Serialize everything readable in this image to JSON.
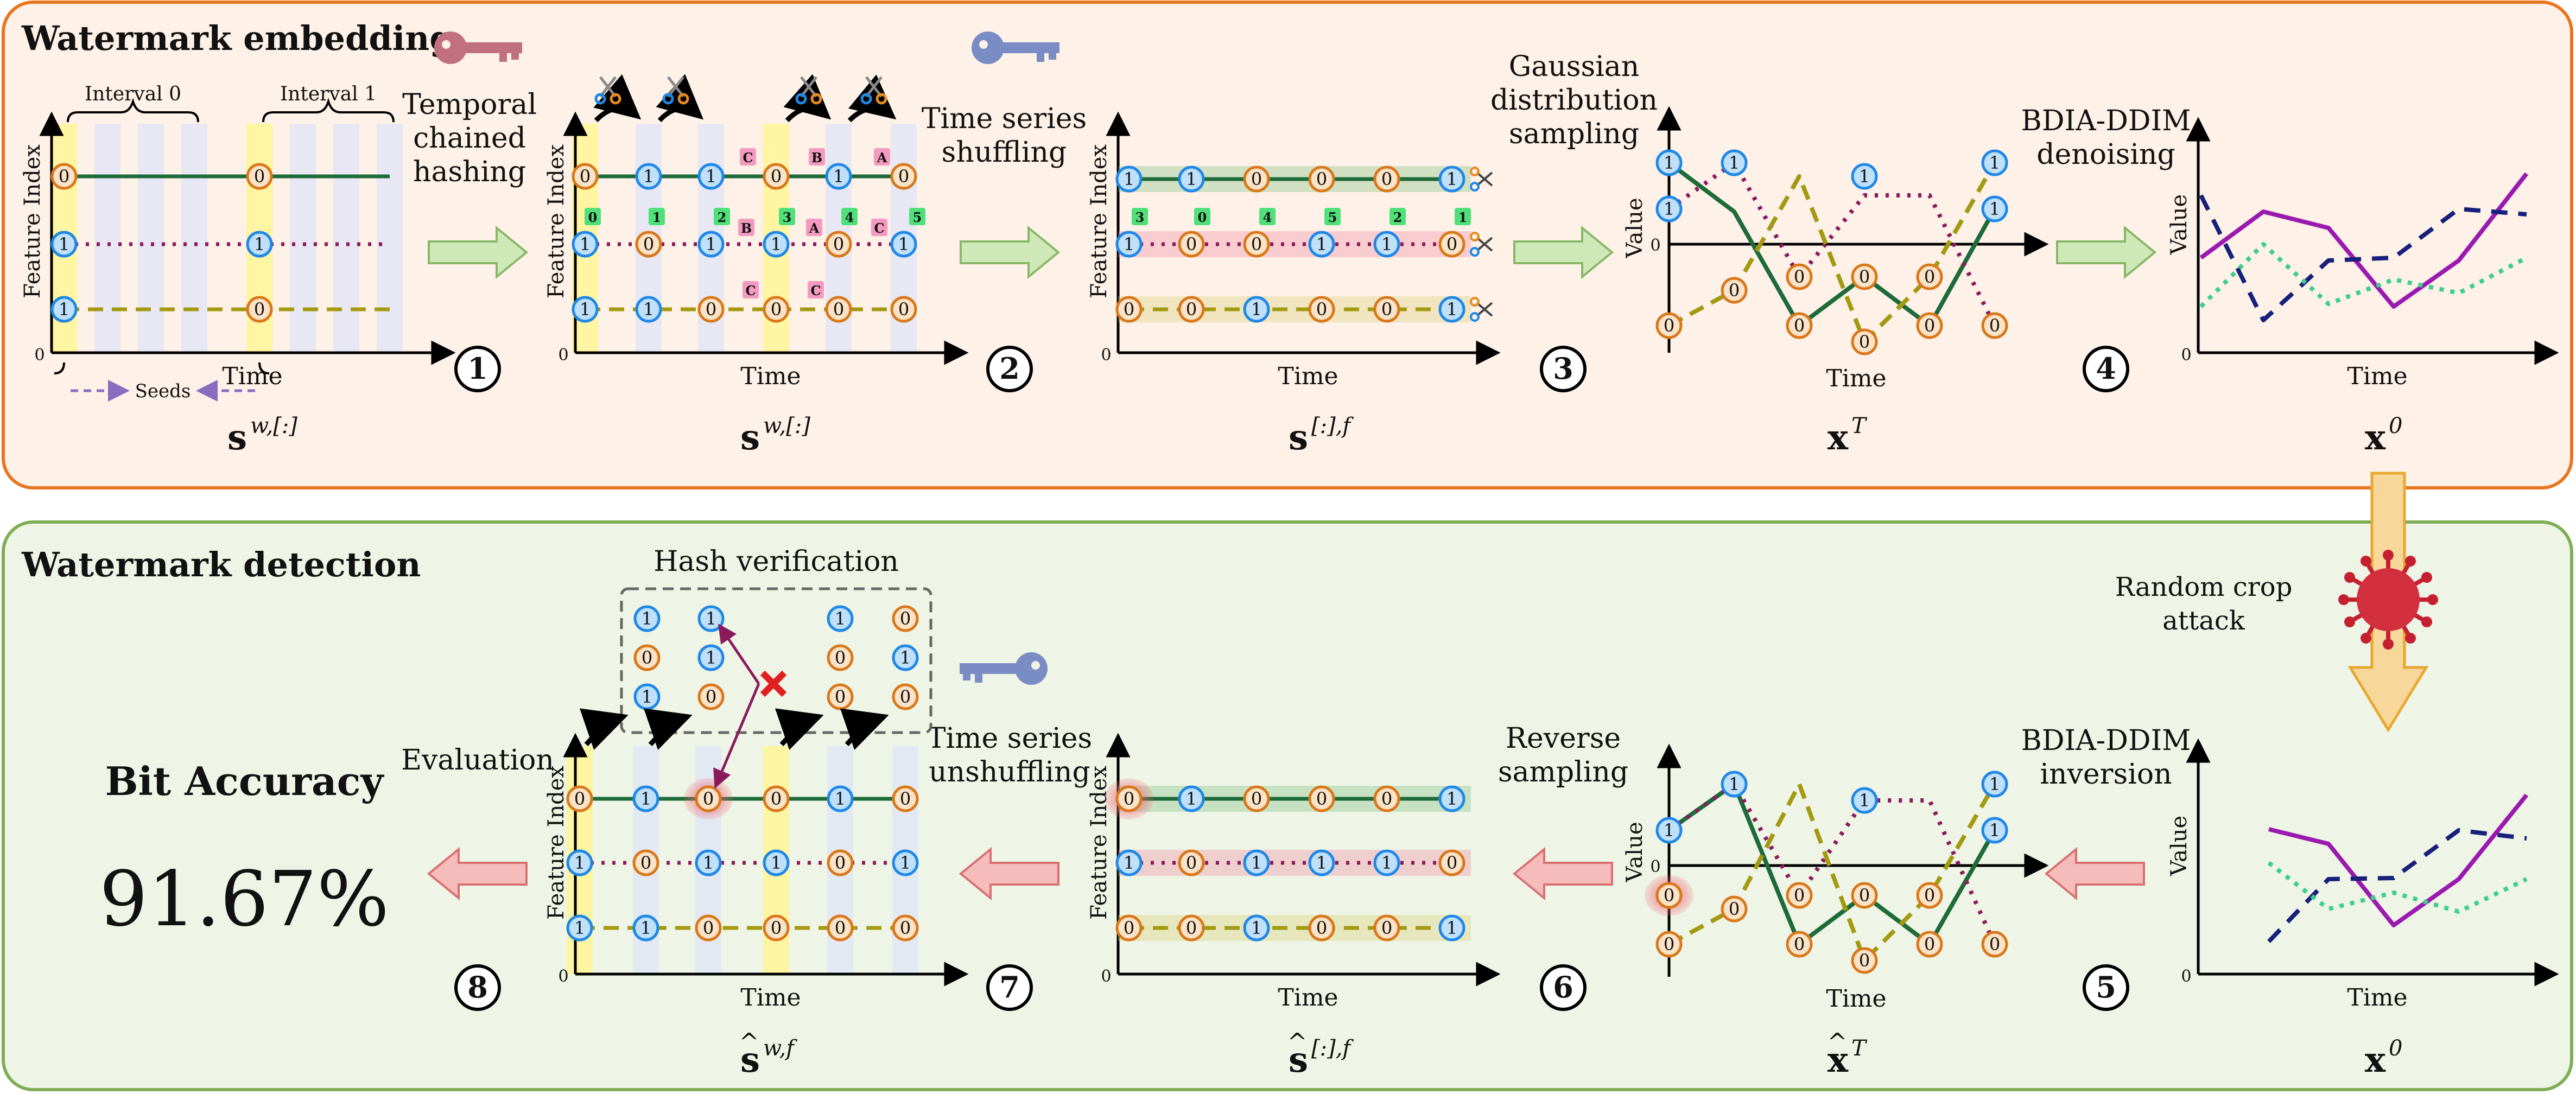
{
  "embed": {
    "title": "Watermark embedding",
    "ops": {
      "hashing": [
        "Temporal",
        "chained",
        "hashing"
      ],
      "shuffling": [
        "Time series",
        "shuffling"
      ],
      "sampling": [
        "Gaussian",
        "distribution",
        "sampling"
      ],
      "denoising": [
        "BDIA-DDIM",
        "denoising"
      ]
    },
    "steps": [
      "1",
      "2",
      "3",
      "4"
    ],
    "interval0": "Interval 0",
    "interval1": "Interval 1",
    "seeds": "Seeds",
    "captions": [
      "s",
      "s",
      "s",
      "x",
      "x"
    ],
    "superscripts": [
      "w,[:]",
      "w,[:]",
      "[:],f",
      "T",
      "0"
    ]
  },
  "detect": {
    "title": "Watermark detection",
    "attack": [
      "Random crop",
      "attack"
    ],
    "ops": {
      "inversion": [
        "BDIA-DDIM",
        "inversion"
      ],
      "reverse": [
        "Reverse",
        "sampling"
      ],
      "unshuffling": [
        "Time series",
        "unshuffling"
      ],
      "hash_verification": "Hash verification",
      "evaluation": "Evaluation"
    },
    "steps": [
      "5",
      "6",
      "7",
      "8"
    ],
    "bit_accuracy_label": "Bit Accuracy",
    "bit_accuracy_value": "91.67%",
    "captions": [
      "x",
      "x",
      "s",
      "s"
    ],
    "superscripts": [
      "0",
      "T",
      "[:],f",
      "w,f"
    ]
  },
  "axes": {
    "time": "Time",
    "feature_index": "Feature Index",
    "value": "Value",
    "zero": "0"
  },
  "bits": {
    "row_top": [
      "0",
      "1",
      "1",
      "0",
      "1",
      "0"
    ],
    "row_mid": [
      "1",
      "0",
      "1",
      "1",
      "0",
      "1"
    ],
    "row_bot": [
      "1",
      "1",
      "0",
      "0",
      "0",
      "0"
    ],
    "shuffled_top": [
      "1",
      "1",
      "0",
      "0",
      "0",
      "1"
    ],
    "shuffled_mid": [
      "1",
      "0",
      "0",
      "1",
      "1",
      "0"
    ],
    "shuffled_bot": [
      "0",
      "0",
      "1",
      "0",
      "0",
      "1"
    ],
    "perm_indices": [
      "3",
      "0",
      "4",
      "5",
      "2",
      "1"
    ],
    "hash_indices": [
      "0",
      "1",
      "2",
      "3",
      "4",
      "5"
    ],
    "hash_letters": [
      "C",
      "B",
      "A",
      "B",
      "A",
      "C",
      "C",
      "C"
    ],
    "hv_col1": [
      "1",
      "0",
      "1"
    ],
    "hv_col2": [
      "1",
      "1",
      "0"
    ],
    "hv_col3": [
      "1",
      "0",
      "0"
    ],
    "hv_col4": [
      "0",
      "1",
      "0"
    ],
    "xt_top": [
      "1",
      "1",
      "1",
      "1"
    ],
    "xt_zero": [
      "0",
      "0",
      "0",
      "0",
      "0",
      "0",
      "0",
      "0"
    ]
  },
  "colors": {
    "embed_bg": "#fdf1e8",
    "embed_border": "#e8761f",
    "detect_bg": "#eef5e6",
    "detect_border": "#7fae57",
    "node_one": "#1f87e6",
    "node_zero": "#d9781a",
    "line_green": "#1e6b3a",
    "line_purple": "#8b1a5c",
    "line_olive": "#a39a12",
    "curve_purple": "#9a1ab0",
    "curve_navy": "#17207a",
    "curve_teal": "#3ecf8c"
  }
}
